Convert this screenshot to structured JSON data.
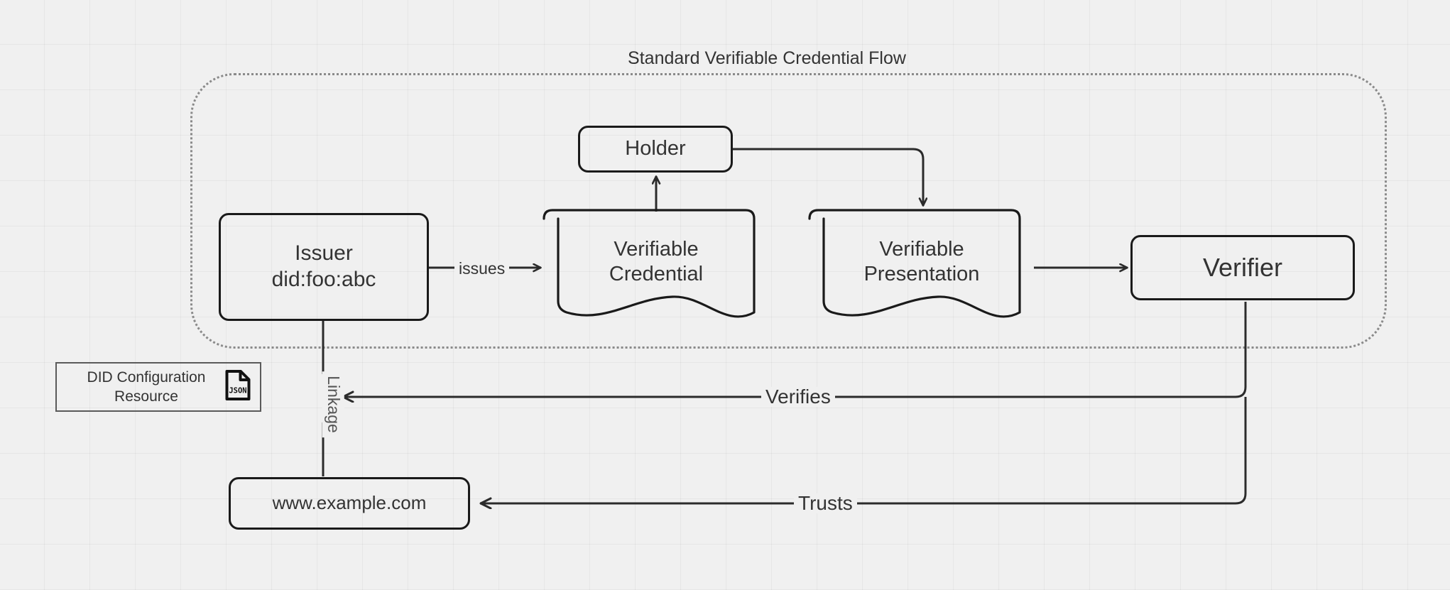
{
  "diagram": {
    "group": {
      "title": "Standard Verifiable Credential Flow"
    },
    "nodes": {
      "issuer": {
        "line1": "Issuer",
        "line2": "did:foo:abc"
      },
      "holder": {
        "label": "Holder"
      },
      "verifiable_credential": {
        "line1": "Verifiable",
        "line2": "Credential"
      },
      "verifiable_presentation": {
        "line1": "Verifiable",
        "line2": "Presentation"
      },
      "verifier": {
        "label": "Verifier"
      },
      "did_configuration_resource": {
        "line1": "DID Configuration",
        "line2": "Resource",
        "icon": "json-file-icon",
        "icon_text": "JSON"
      },
      "domain": {
        "label": "www.example.com"
      }
    },
    "edges": {
      "issues": "issues",
      "linkage": "Linkage",
      "verifies": "Verifies",
      "trusts": "Trusts"
    },
    "colors": {
      "background": "#f0f0f0",
      "grid": "#e6e6e6",
      "node_stroke": "#1a1a1a",
      "group_stroke": "#8a8a8a",
      "text": "#333333",
      "edge_stroke": "#2b2b2b"
    }
  }
}
